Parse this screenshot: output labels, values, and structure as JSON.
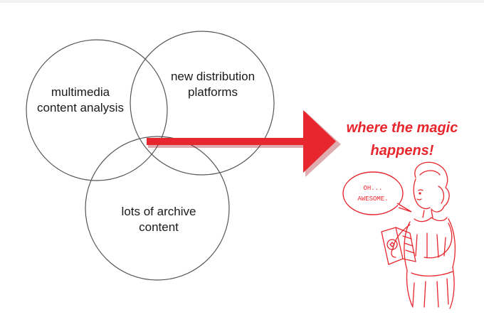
{
  "diagram": {
    "circles": [
      {
        "label": "multimedia content analysis"
      },
      {
        "label": "new distribution platforms"
      },
      {
        "label": "lots of archive content"
      }
    ],
    "arrow_text_line1": "where the magic",
    "arrow_text_line2": "happens!",
    "speech_bubble_line1": "OH...",
    "speech_bubble_line2": "AWESOME.",
    "colors": {
      "accent": "#e8262d",
      "circle_stroke": "#555555",
      "text": "#1a1a1a"
    }
  }
}
